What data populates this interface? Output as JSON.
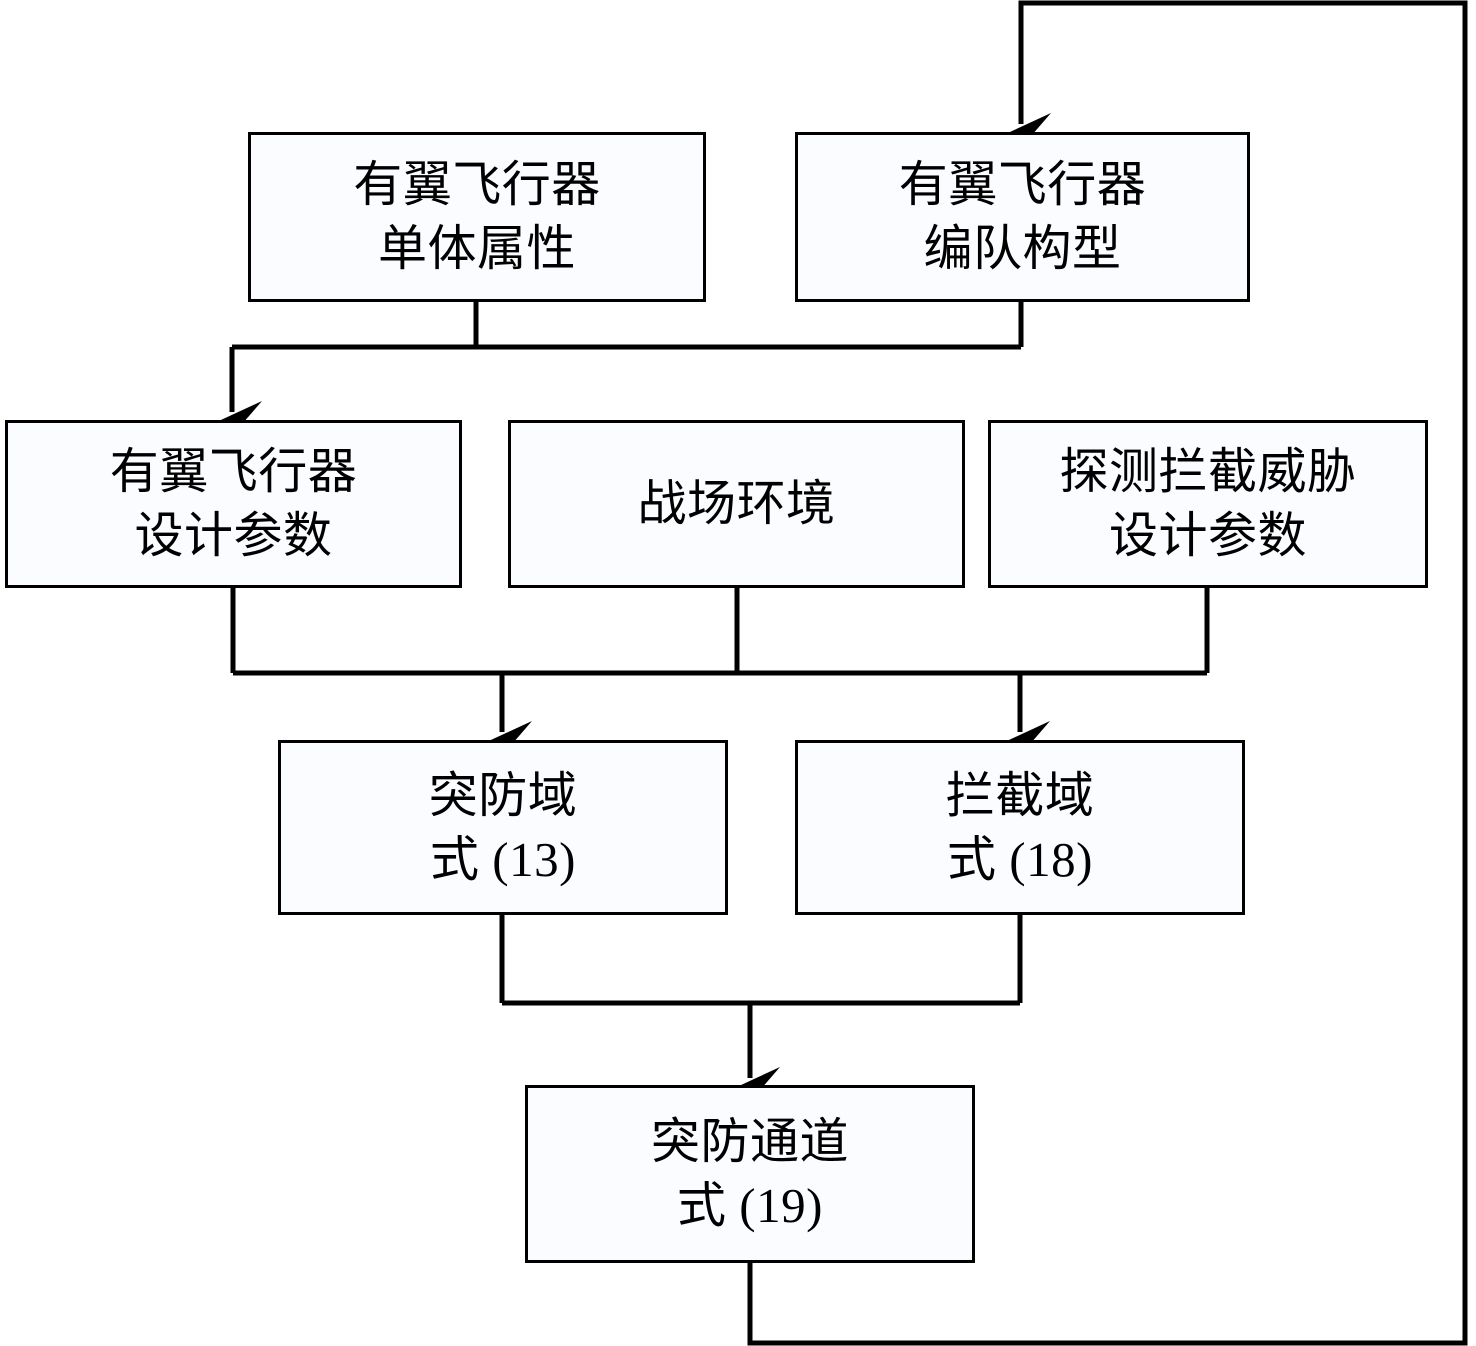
{
  "diagram": {
    "type": "flowchart",
    "title": "",
    "orientation": "top-to-bottom",
    "stroke_color": "#000000",
    "box_fill_color": "#fbfcff",
    "background_color": "#ffffff",
    "nodes": [
      {
        "id": "single-attr",
        "lines": [
          "有翼飞行器",
          "单体属性"
        ],
        "row": 1,
        "line1": "有翼飞行器",
        "line2": "单体属性"
      },
      {
        "id": "formation",
        "lines": [
          "有翼飞行器",
          "编队构型"
        ],
        "row": 1,
        "line1": "有翼飞行器",
        "line2": "编队构型"
      },
      {
        "id": "design-param",
        "lines": [
          "有翼飞行器",
          "设计参数"
        ],
        "row": 2,
        "line1": "有翼飞行器",
        "line2": "设计参数"
      },
      {
        "id": "battlefield",
        "lines": [
          "战场环境"
        ],
        "row": 2,
        "line1": "战场环境",
        "line2": ""
      },
      {
        "id": "threat-param",
        "lines": [
          "探测拦截威胁",
          "设计参数"
        ],
        "row": 2,
        "line1": "探测拦截威胁",
        "line2": "设计参数"
      },
      {
        "id": "penetration-domain",
        "lines": [
          "突防域",
          "式 (13)"
        ],
        "row": 3,
        "line1": "突防域",
        "line2": "式 (13)"
      },
      {
        "id": "intercept-domain",
        "lines": [
          "拦截域",
          "式 (18)"
        ],
        "row": 3,
        "line1": "拦截域",
        "line2": "式 (18)"
      },
      {
        "id": "penetration-corridor",
        "lines": [
          "突防通道",
          "式 (19)"
        ],
        "row": 4,
        "line1": "突防通道",
        "line2": "式 (19)"
      }
    ],
    "edges": [
      {
        "from": "single-attr",
        "to": "design-param",
        "style": "orthogonal",
        "arrow": true
      },
      {
        "from": "formation",
        "to": "design-param",
        "style": "orthogonal",
        "arrow": true
      },
      {
        "from": "design-param",
        "to": "penetration-domain",
        "style": "orthogonal",
        "arrow": true
      },
      {
        "from": "battlefield",
        "to": "penetration-domain",
        "style": "orthogonal",
        "arrow": true
      },
      {
        "from": "battlefield",
        "to": "intercept-domain",
        "style": "orthogonal",
        "arrow": true
      },
      {
        "from": "threat-param",
        "to": "intercept-domain",
        "style": "orthogonal",
        "arrow": true
      },
      {
        "from": "penetration-domain",
        "to": "penetration-corridor",
        "style": "orthogonal",
        "arrow": true
      },
      {
        "from": "intercept-domain",
        "to": "penetration-corridor",
        "style": "orthogonal",
        "arrow": true
      },
      {
        "from": "penetration-corridor",
        "to": "formation",
        "style": "feedback-loop-right",
        "arrow": true
      }
    ]
  }
}
